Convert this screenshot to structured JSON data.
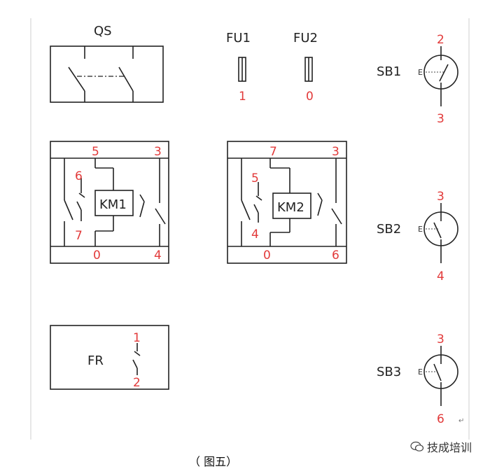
{
  "caption": "（ 图五）",
  "watermark": "技成培训",
  "qs": {
    "label": "QS"
  },
  "fuses": [
    {
      "label": "FU1",
      "terminal": "1"
    },
    {
      "label": "FU2",
      "terminal": "0"
    }
  ],
  "km1": {
    "coil_label": "KM1",
    "top_left": "5",
    "top_right": "3",
    "aux_top": "6",
    "aux_bottom": "7",
    "bottom_left": "0",
    "bottom_right": "4"
  },
  "km2": {
    "coil_label": "KM2",
    "top_left": "7",
    "top_right": "3",
    "aux_top": "5",
    "aux_bottom": "4",
    "bottom_left": "0",
    "bottom_right": "6"
  },
  "fr": {
    "label": "FR",
    "terminal_top": "1",
    "terminal_bottom": "2"
  },
  "buttons": [
    {
      "label": "SB1",
      "terminal_top": "2",
      "terminal_bottom": "3",
      "e_mark": "E"
    },
    {
      "label": "SB2",
      "terminal_top": "3",
      "terminal_bottom": "4",
      "e_mark": "E"
    },
    {
      "label": "SB3",
      "terminal_top": "3",
      "terminal_bottom": "6",
      "e_mark": "E"
    }
  ],
  "colors": {
    "terminal_number": "#e23a3a",
    "line": "#222222"
  }
}
